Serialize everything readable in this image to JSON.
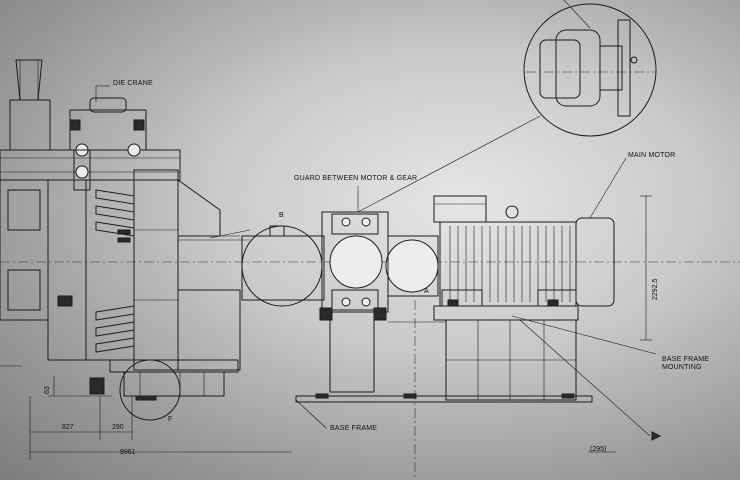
{
  "labels": {
    "die_crane": "DIE CRANE",
    "guard": "GUARD BETWEEN MOTOR & GEAR",
    "main_motor": "MAIN MOTOR",
    "base_frame_mounting_1": "BASE FRAME",
    "base_frame_mounting_2": "MOUNTING",
    "base_frame": "BASE FRAME",
    "mark_b": "B",
    "mark_a": "A",
    "mark_f": "F"
  },
  "dimensions": {
    "d63": "63",
    "d827": "827",
    "d290": "290",
    "d9961": "9961",
    "d295": "(295)",
    "d2292": "2292,5"
  },
  "colors": {
    "line": "#1c1c1c",
    "background_center": "#e6e6e6",
    "background_edge": "#7c7c7c"
  }
}
